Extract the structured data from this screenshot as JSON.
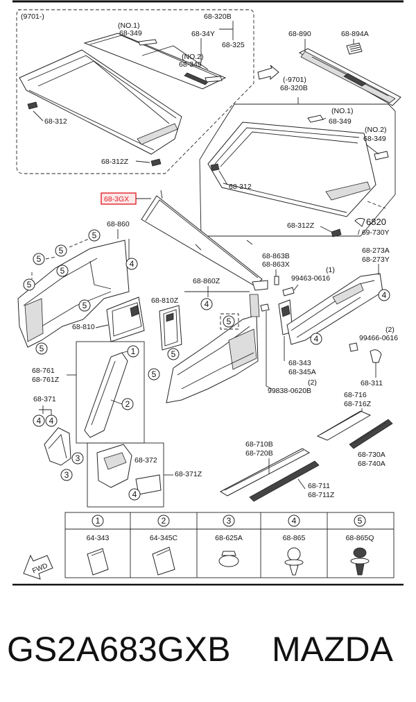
{
  "diagram": {
    "variant_label": "(9701-)",
    "highlight_color": "#e0202a",
    "highlighted_part": "68-3GX",
    "labels": {
      "l320b_top": "68-320B",
      "no1_top": "(NO.1)",
      "l349_top1": "68-349",
      "l34y": "68-34Y",
      "l325": "68-325",
      "no2_top": "(NO.2)",
      "l349_top2": "68-349",
      "l312_top": "68-312",
      "l312z_top": "68-312Z",
      "l890": "68-890",
      "l894a": "68-894A",
      "l9701_mid": "(-9701)",
      "l320b_mid": "68-320B",
      "no1_mid": "(NO.1)",
      "l349_mid1": "68-349",
      "no2_mid": "(NO.2)",
      "l349_mid2": "68-349",
      "l312_mid": "68-312",
      "l312z_mid": "68-312Z",
      "l6820": "6820",
      "l69730y": "/ 69-730Y",
      "l3gx": "68-3GX",
      "l860": "68-860",
      "l863b": "68-863B",
      "l863x": "68-863X",
      "l273a": "68-273A",
      "l273y": "68-273Y",
      "l_no1_small": "(1)",
      "l99463": "99463-0616",
      "l860z": "68-860Z",
      "l810z": "68-810Z",
      "l810": "68-810",
      "l_no2_small": "(2)",
      "l99466": "99466-0616",
      "l343": "68-343",
      "l345a": "68-345A",
      "l311": "68-311",
      "l761": "68-761",
      "l761z": "68-761Z",
      "l_no2_small_b": "(2)",
      "l99838": "99838-0620B",
      "l371": "68-371",
      "l716": "68-716",
      "l716z": "68-716Z",
      "l710b": "68-710B",
      "l720b": "68-720B",
      "l730a": "68-730A",
      "l740a": "68-740A",
      "l372": "68-372",
      "l371z": "68-371Z",
      "l711": "68-711",
      "l711z": "68-711Z",
      "fwd": "FWD"
    },
    "clip_table": [
      {
        "num": "1",
        "part": "64-343"
      },
      {
        "num": "2",
        "part": "64-345C"
      },
      {
        "num": "3",
        "part": "68-625A"
      },
      {
        "num": "4",
        "part": "68-865"
      },
      {
        "num": "5",
        "part": "68-865Q"
      }
    ]
  },
  "footer": {
    "part_number": "GS2A683GXB",
    "brand": "MAZDA"
  }
}
